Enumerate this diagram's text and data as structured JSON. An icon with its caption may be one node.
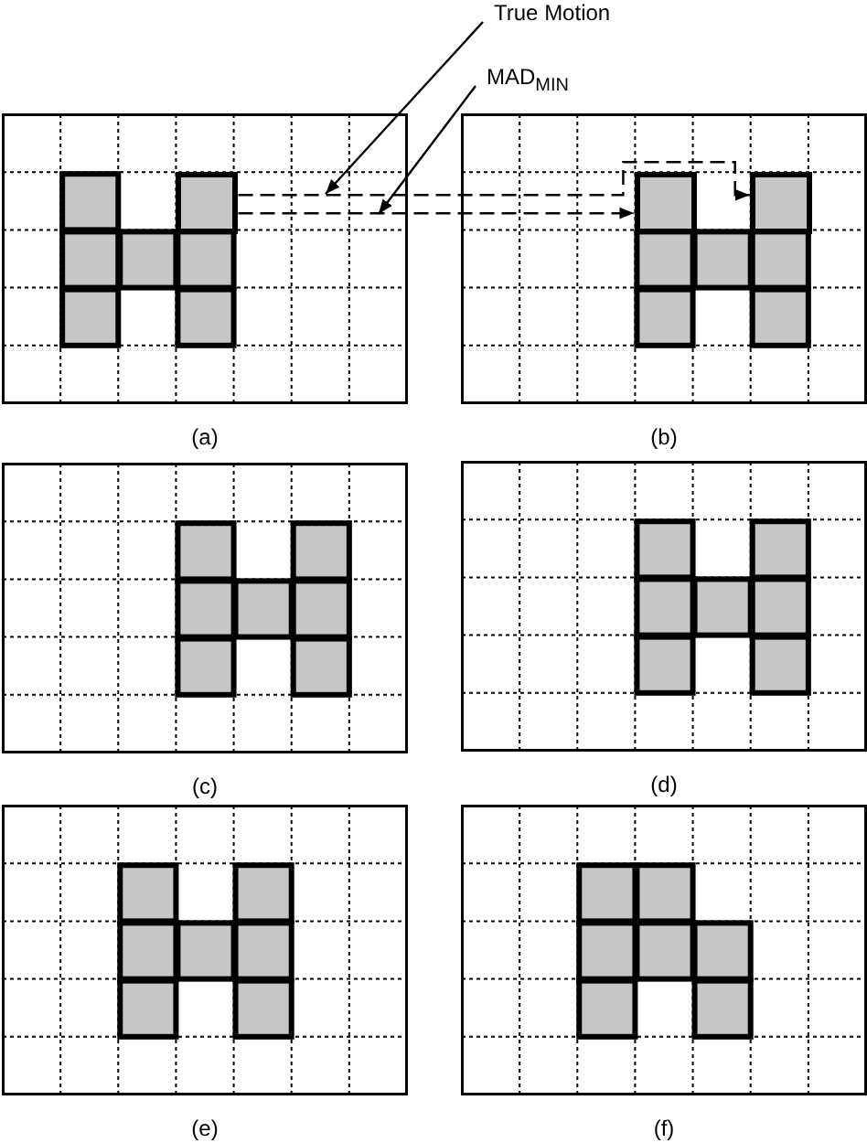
{
  "diagram": {
    "nodes": [
      {
        "text": [
          "True Motion"
        ]
      },
      {
        "text": [
          "MAD$_{MIN}$"
        ]
      },
      {
        "text": [
          "(a)"
        ]
      },
      {
        "text": [],
        "shape": "box",
        "in": 2
      },
      {
        "text": [
          "(b)"
        ]
      },
      {
        "text": [],
        "shape": "box",
        "in": 4
      },
      {
        "text": [],
        "shape": "box",
        "in": 4
      },
      {
        "text": [
          "(c)"
        ]
      },
      {
        "text": [
          "(d)"
        ]
      },
      {
        "text": [
          "(e)"
        ]
      },
      {
        "text": [
          "(f)"
        ]
      }
    ],
    "edges": [
      {
        "from": 0,
        "to": 2,
        "arrow": "to"
      },
      {
        "from": 1,
        "to": 2,
        "arrow": "to"
      },
      {
        "from": 3,
        "to": 6,
        "arrow": "to",
        "style": "dashed"
      },
      {
        "from": 3,
        "to": 5,
        "arrow": "to",
        "style": "dashed"
      }
    ]
  }
}
